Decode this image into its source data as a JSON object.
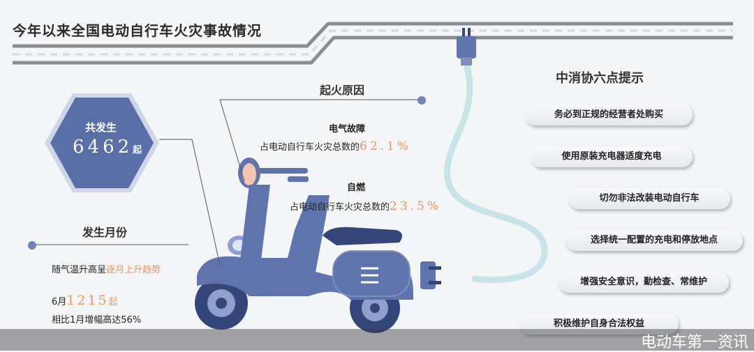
{
  "title": "今年以来全国电动自行车火灾事故情况",
  "total": {
    "label": "共发生",
    "count": "6462",
    "unit": "起"
  },
  "fire_cause": {
    "heading": "起火原因",
    "items": [
      {
        "name": "电气故障",
        "desc": "占电动自行车火灾总数的",
        "percent": "62.1%"
      },
      {
        "name": "自燃",
        "desc": "占电动自行车火灾总数的",
        "percent": "23.5%"
      }
    ]
  },
  "month": {
    "heading": "发生月份",
    "line1_prefix": "随气温升高呈",
    "line1_highlight": "逐月上升趋势",
    "june_prefix": "6月",
    "june_count": "1215",
    "june_unit": "起",
    "compare": "相比1月增幅高达56%"
  },
  "tips": {
    "heading": "中消协六点提示",
    "items": [
      "务必到正规的经营者处购买",
      "使用原装充电器适度充电",
      "切勿非法改装电动自行车",
      "选择统一配置的充电和停放地点",
      "增强安全意识，勤检查、常维护",
      "积极维护自身合法权益"
    ]
  },
  "watermark": "电动车第一资讯",
  "colors": {
    "scooter_blue": "#5f74ad",
    "scooter_dark": "#34457a",
    "accent_orange": "#f0955c",
    "hex_blue": "#5a6ea8"
  }
}
